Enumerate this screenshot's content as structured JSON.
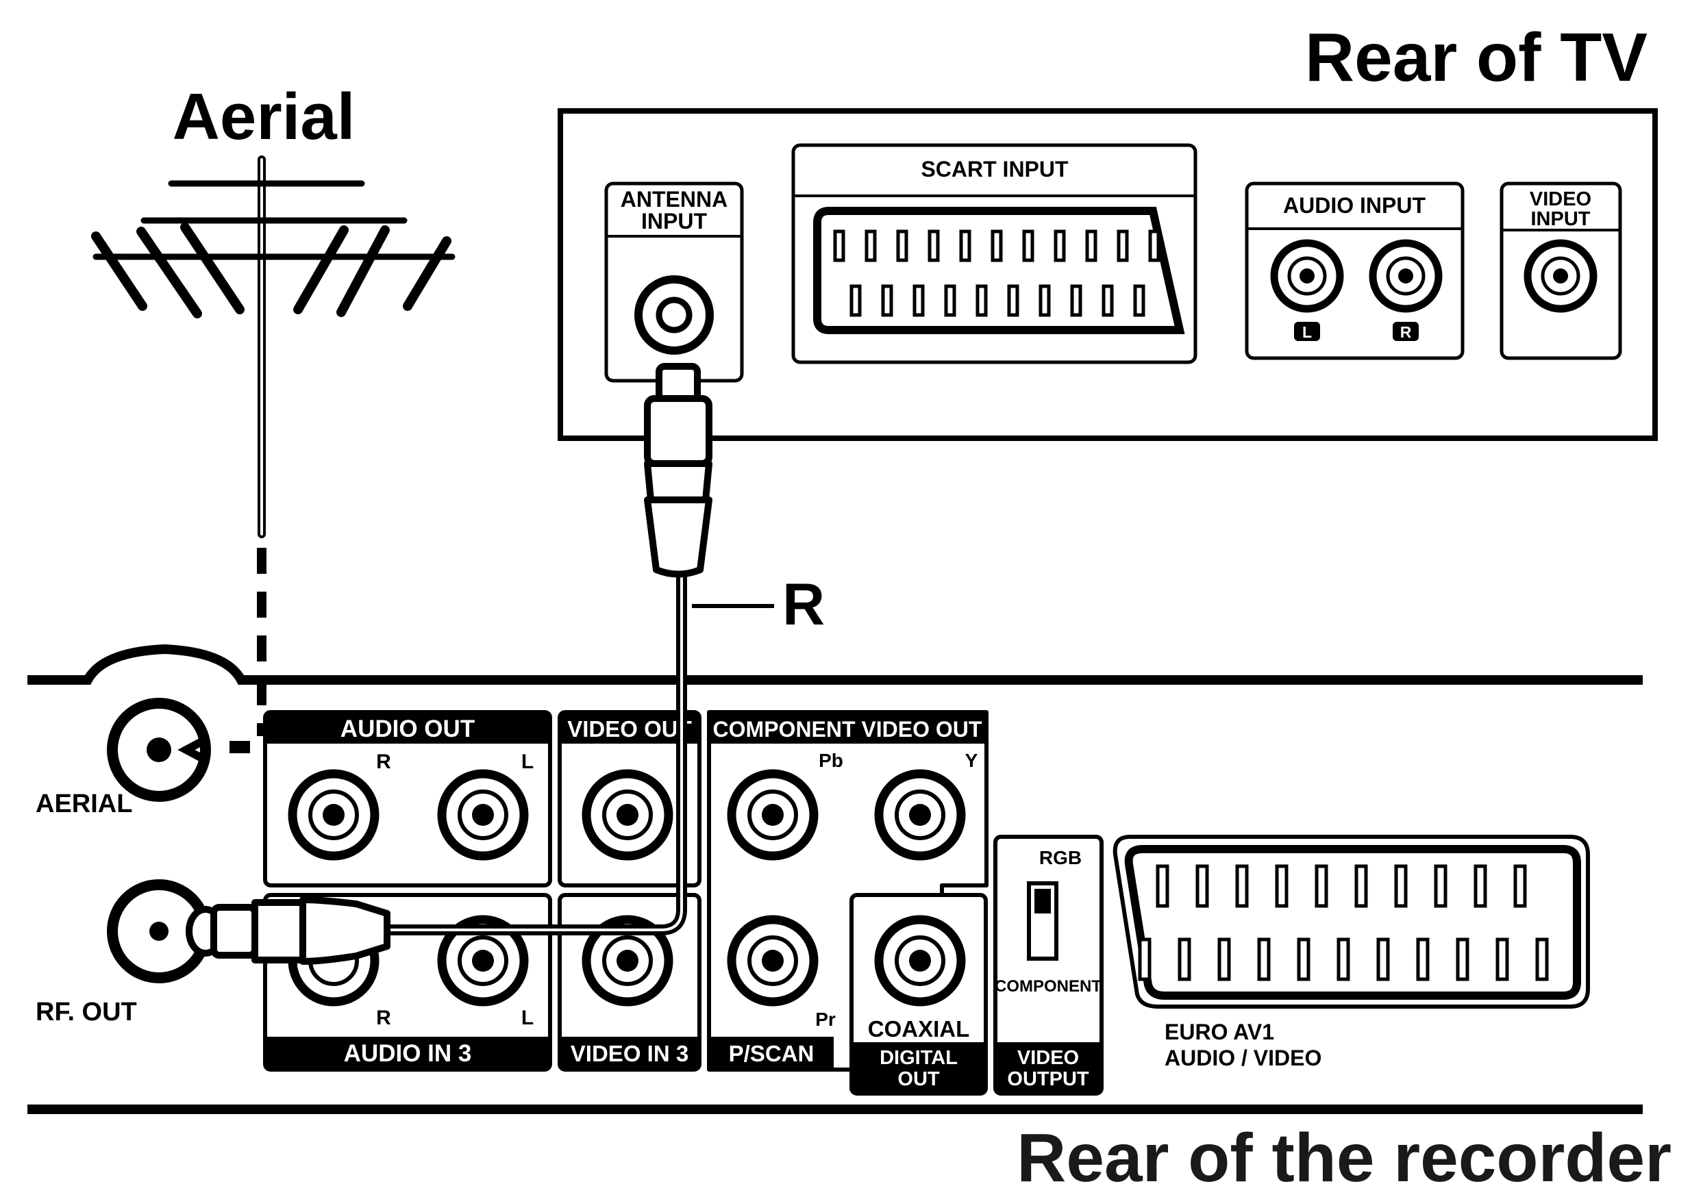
{
  "titles": {
    "rear_tv": "Rear of TV",
    "aerial": "Aerial",
    "rear_recorder": "Rear of the recorder",
    "cable": "R"
  },
  "tv": {
    "antenna_input": [
      "ANTENNA",
      "INPUT"
    ],
    "scart_input": "SCART INPUT",
    "audio_input": "AUDIO INPUT",
    "audio_left": "L",
    "audio_right": "R",
    "video_input": [
      "VIDEO",
      "INPUT"
    ]
  },
  "recorder": {
    "aerial": "AERIAL",
    "rf_out": "RF. OUT",
    "audio_out": "AUDIO OUT",
    "audio_out_r": "R",
    "audio_out_l": "L",
    "video_out": "VIDEO OUT",
    "component_video_out": "COMPONENT VIDEO OUT",
    "pb": "Pb",
    "y": "Y",
    "pr": "Pr",
    "p_scan": "P/SCAN",
    "audio_in_r": "R",
    "audio_in_l": "L",
    "audio_in_3": "AUDIO IN 3",
    "video_in_3": "VIDEO IN 3",
    "coaxial": "COAXIAL",
    "digital_out": [
      "DIGITAL",
      "OUT"
    ],
    "rgb": "RGB",
    "component": "COMPONENT",
    "video_output": [
      "VIDEO",
      "OUTPUT"
    ],
    "euro_av1": "EURO AV1",
    "audio_video": "AUDIO / VIDEO"
  }
}
